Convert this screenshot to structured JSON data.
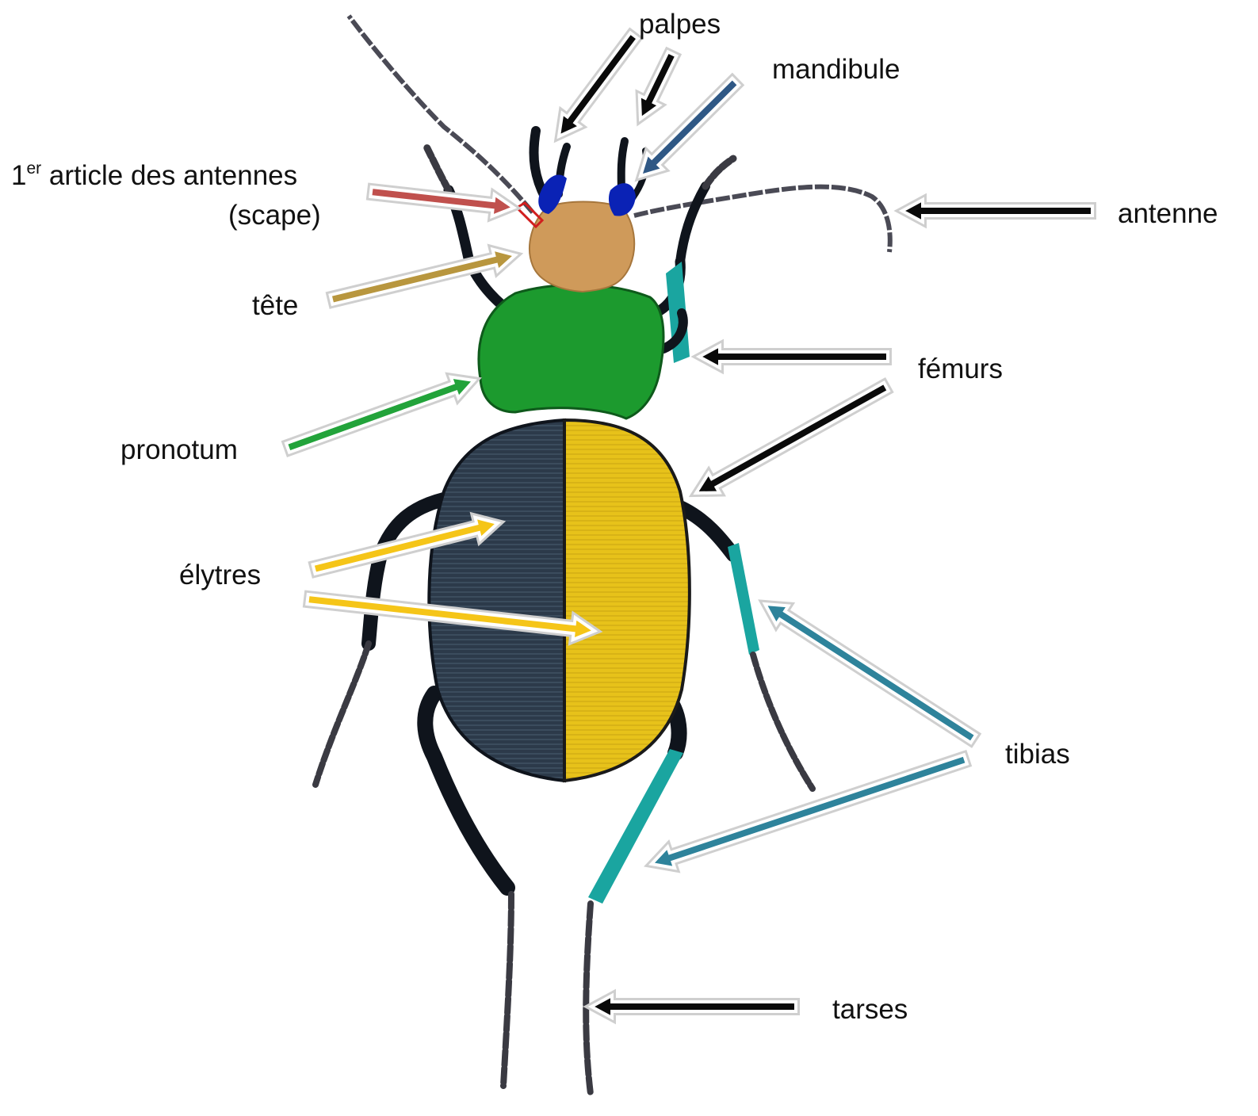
{
  "labels": {
    "palpes": "palpes",
    "mandibule": "mandibule",
    "scape_num": "1",
    "scape_sup": "er",
    "scape_main": " article des antennes",
    "scape_paren": "(scape)",
    "antenne": "antenne",
    "tete": "tête",
    "femurs": "fémurs",
    "pronotum": "pronotum",
    "elytres": "élytres",
    "tibias": "tibias",
    "tarses": "tarses"
  },
  "colors": {
    "background": "#ffffff",
    "text": "#111111",
    "arrow_black": "#0a0a0a",
    "arrow_mandibule": "#2f5885",
    "arrow_scape": "#c0504d",
    "arrow_tete": "#b8963e",
    "arrow_pronotum": "#22a33a",
    "arrow_elytres": "#f5c518",
    "arrow_tibias": "#2e839b",
    "beetle_black": "#0f141c",
    "mandibles": "#0a22b5",
    "head": "#cf9a5a",
    "pronotum": "#1c9a2e",
    "elytron_left": "#2c3a4a",
    "elytron_right": "#e7c21a",
    "tibia": "#1aa5a0",
    "leg_segment": "#3a3a42"
  },
  "icons": {
    "arrow": "outlined-arrow-icon",
    "beetle": "beetle-illustration"
  }
}
